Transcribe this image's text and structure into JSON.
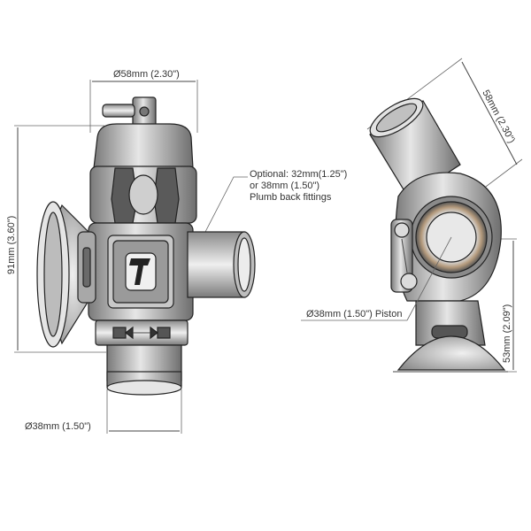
{
  "labels": {
    "top_width": "Ø58mm (2.30\")",
    "left_height": "91mm (3.60\")",
    "bottom_width": "Ø38mm (1.50\")",
    "fittings_line1": "Optional: 32mm(1.25\")",
    "fittings_line2": "or 38mm (1.50\")",
    "fittings_line3": "Plumb back fittings",
    "right_diag": "58mm (2.30\")",
    "right_height": "53mm (2.09\")",
    "piston": "Ø38mm (1.50\") Piston"
  },
  "colors": {
    "body_light": "#d6d6d6",
    "body_mid": "#9c9c9c",
    "body_dark": "#555555",
    "bronze_ring": "#b49a7c",
    "line": "#444444"
  },
  "icons": {
    "logo": "turbosmart-logo-icon"
  }
}
